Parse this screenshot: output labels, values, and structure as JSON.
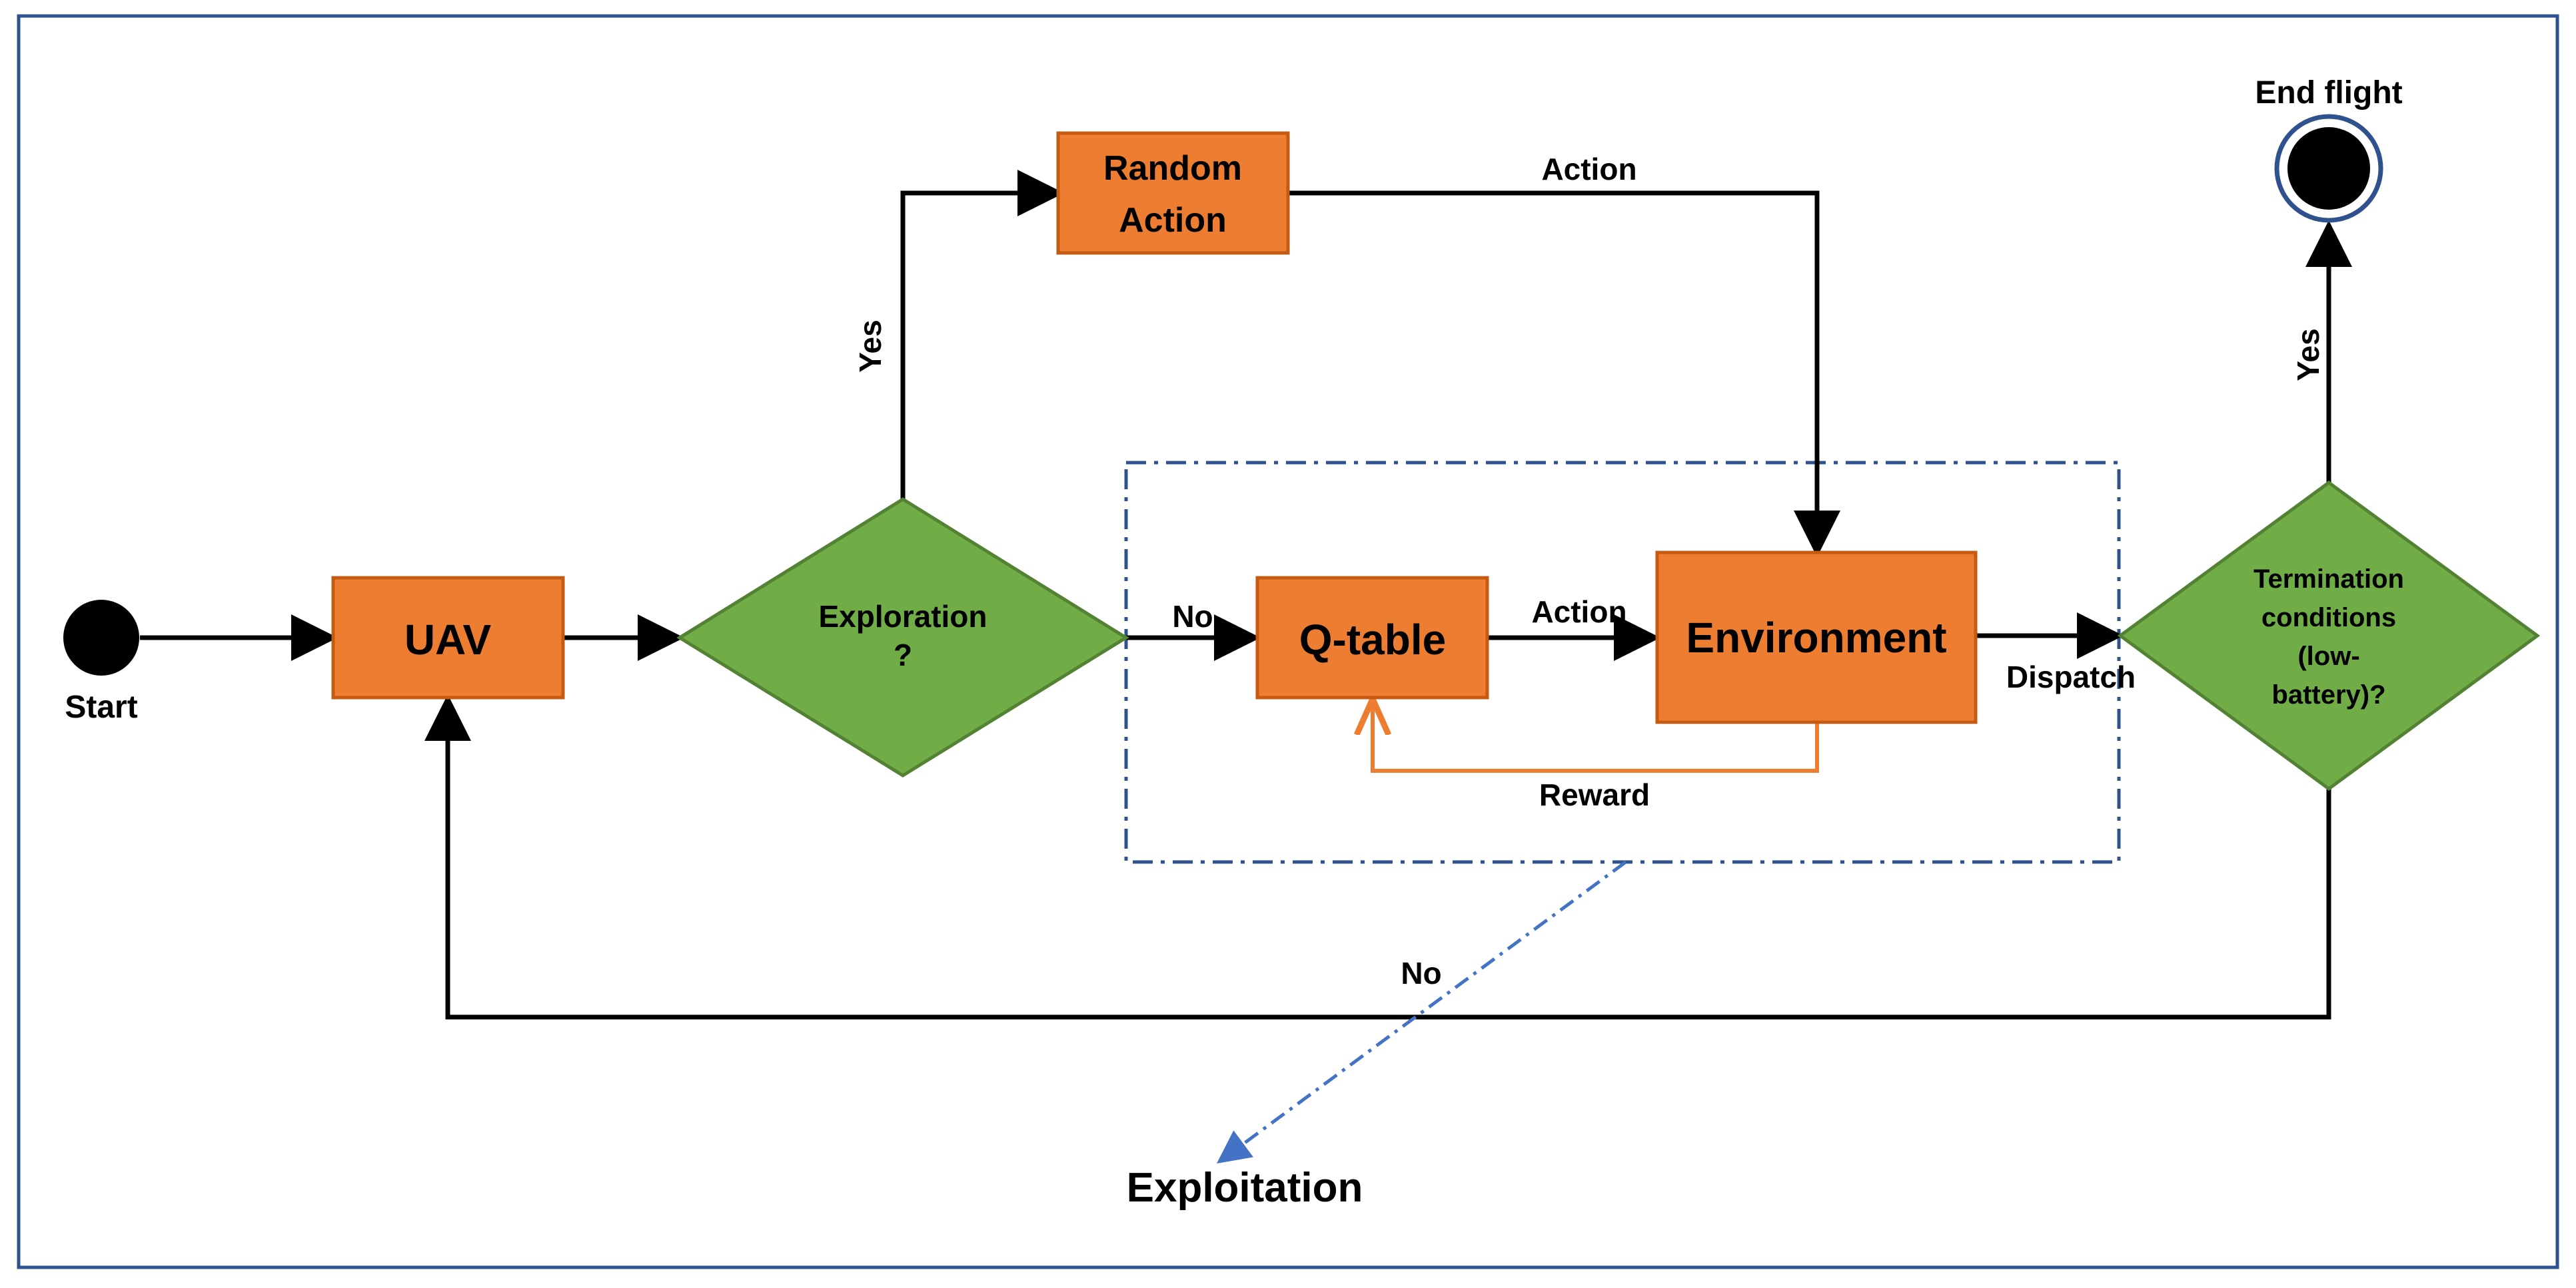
{
  "colors": {
    "process_fill": "#ED7D31",
    "process_stroke": "#C55A11",
    "decision_fill": "#70AD47",
    "decision_stroke": "#548235",
    "frame_stroke": "#2F528F",
    "dash_stroke": "#4472C4",
    "reward_stroke": "#ED7D31",
    "line": "#000000"
  },
  "nodes": {
    "start": "Start",
    "end": "End flight",
    "uav": "UAV",
    "exploration_line1": "Exploration",
    "exploration_line2": "?",
    "random_action_line1": "Random",
    "random_action_line2": "Action",
    "qtable": "Q-table",
    "environment": "Environment",
    "termination_line1": "Termination",
    "termination_line2": "conditions",
    "termination_line3": "(low-",
    "termination_line4": "battery)?"
  },
  "edges": {
    "yes_explore": "Yes",
    "no_explore": "No",
    "action_random": "Action",
    "action_qtable": "Action",
    "reward": "Reward",
    "dispatch": "Dispatch",
    "yes_end": "Yes",
    "no_loop": "No"
  },
  "annotations": {
    "exploitation": "Exploitation"
  }
}
